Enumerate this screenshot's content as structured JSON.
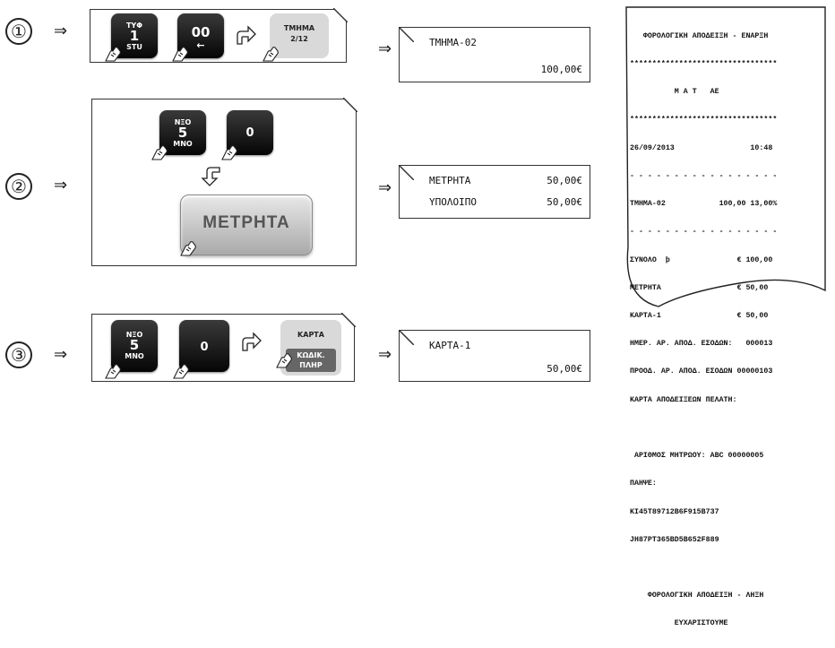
{
  "steps": [
    {
      "number": "①",
      "arrow": "⇒"
    },
    {
      "number": "②",
      "arrow": "⇒"
    },
    {
      "number": "③",
      "arrow": "⇒"
    }
  ],
  "step1": {
    "key1": {
      "top": "ΤΥΦ",
      "main": "1",
      "bottom": "STU"
    },
    "key2": {
      "main": "00",
      "bottom": "←"
    },
    "grey_key": {
      "line1": "ΤΜΗΜΑ",
      "line2": "2/12"
    },
    "display": {
      "line1": "ΤΜΗΜΑ-02",
      "line2": "100,00€"
    }
  },
  "step2": {
    "key1": {
      "top": "ΝΞΟ",
      "main": "5",
      "bottom": "ΜΝΟ"
    },
    "key2": {
      "main": "0"
    },
    "big_key": {
      "label": "ΜΕΤΡΗΤΑ"
    },
    "display": {
      "row1_label": "ΜΕΤΡΗΤΑ",
      "row1_value": "50,00€",
      "row2_label": "ΥΠΟΛΟΙΠΟ",
      "row2_value": "50,00€"
    }
  },
  "step3": {
    "key1": {
      "top": "ΝΞΟ",
      "main": "5",
      "bottom": "ΜΝΟ"
    },
    "key2": {
      "main": "0"
    },
    "grey_key": {
      "top": "ΚΑΡΤΑ",
      "line1": "ΚΩΔΙΚ.",
      "line2": "ΠΛΗΡ"
    },
    "display": {
      "line1": "ΚΑΡΤΑ-1",
      "line2": "50,00€"
    }
  },
  "receipt": {
    "lines": [
      "   ΦΟΡΟΛΟΓΙΚΗ ΑΠΟΔΕΙΞΗ - ΕΝΑΡΞΗ",
      "*********************************",
      "          Μ Α Τ   ΑΕ",
      "*********************************",
      "26/09/2013                 10:48",
      "- - - - - - - - - - - - - - - - -",
      "ΤΜΗΜΑ-02            100,00 13,00%",
      "- - - - - - - - - - - - - - - - -",
      "ΣΥΝΟΛΟ  ϸ               € 100,00",
      "ΜΕΤΡΗΤΑ                 € 50,00",
      "ΚΑΡΤΑ-1                 € 50,00",
      "ΗΜΕΡ. ΑΡ. ΑΠΟΔ. ΕΣΟΔΩΝ:   000013",
      "ΠΡΟΟΔ. ΑΡ. ΑΠΟΔ. ΕΣΟΔΩΝ 00000103",
      "ΚΑΡΤΑ ΑΠΟΔΕΙΞΕΩΝ ΠΕΛΑΤΗ:",
      "",
      " ΑΡΙΘΜΟΣ ΜΗΤΡΩΟΥ: ABC 00000005",
      "ΠΑΗΨΕ:",
      "KI45T89712B6F915B737",
      "JH87PT365BD5B652F889",
      "",
      "    ΦΟΡΟΛΟΓΙΚΗ ΑΠΟΔΕΙΞΗ - ΛΗΞΗ",
      "          ΕΥΧΑΡΙΣΤΟΥΜΕ"
    ]
  }
}
